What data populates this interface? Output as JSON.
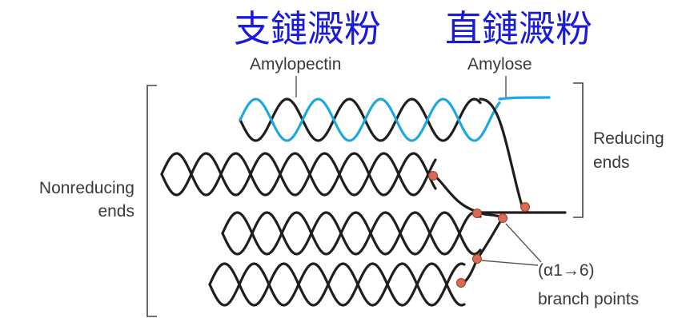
{
  "titles": {
    "left_zh": "支鏈澱粉",
    "right_zh": "直鏈澱粉"
  },
  "labels": {
    "amylopectin": "Amylopectin",
    "amylose": "Amylose",
    "reducing_line1": "Reducing",
    "reducing_line2": "ends",
    "nonreducing_line1": "Nonreducing",
    "nonreducing_line2": "ends",
    "branch_line1": "(α1→6)",
    "branch_line2": "branch points"
  },
  "colors": {
    "title": "#1a1adb",
    "amylose_strand": "#1ea7e1",
    "amylopectin_strand": "#1e1e1e",
    "branch_point": "#d96a55"
  }
}
